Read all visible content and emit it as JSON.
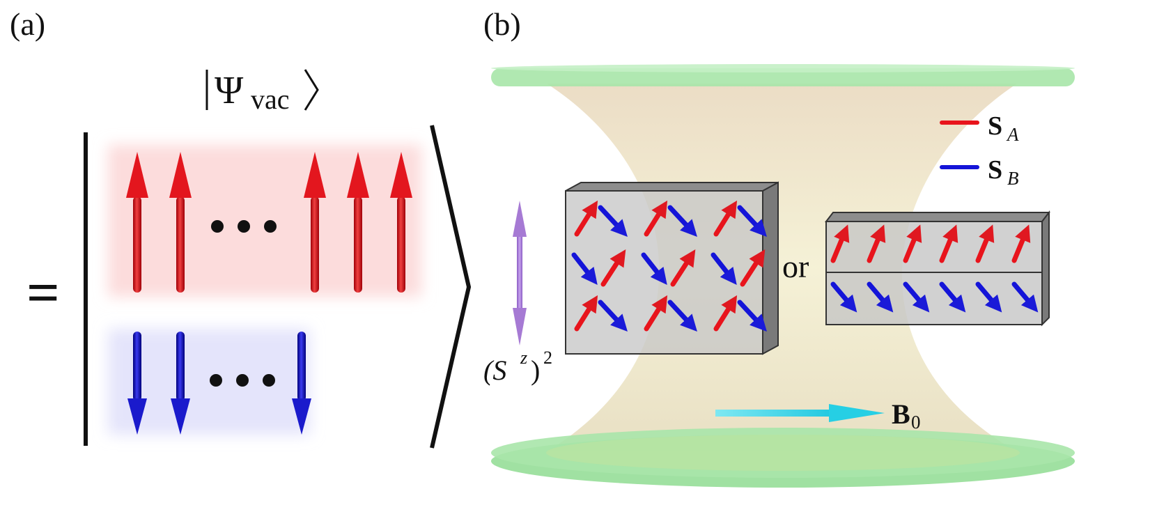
{
  "panels": {
    "a_label": "(a)",
    "b_label": "(b)"
  },
  "panel_a": {
    "ket_symbol": "Ψ",
    "ket_subscript": "vac",
    "equals": "=",
    "ellipsis_top": "• • •",
    "ellipsis_bottom": "• • •",
    "colors": {
      "spin_up": "#d8141c",
      "spin_down": "#1414c8",
      "up_bg": "#fde0e0",
      "down_bg": "#e6e6fb"
    }
  },
  "panel_b": {
    "or_text": "or",
    "legend": [
      {
        "symbol": "S",
        "subscript": "A",
        "color": "#e8141c"
      },
      {
        "symbol": "S",
        "subscript": "B",
        "color": "#1414d8"
      }
    ],
    "anisotropy_label": {
      "base": "(S",
      "sup": "z",
      "close": ")",
      "power": "2"
    },
    "field_label": {
      "symbol": "B",
      "subscript": "0"
    },
    "colors": {
      "plates": "#9fe3a0",
      "cavity": "#efe0c0",
      "field_arrow": "#37d6e8",
      "anisotropy_arrow": "#a77ad6"
    }
  }
}
